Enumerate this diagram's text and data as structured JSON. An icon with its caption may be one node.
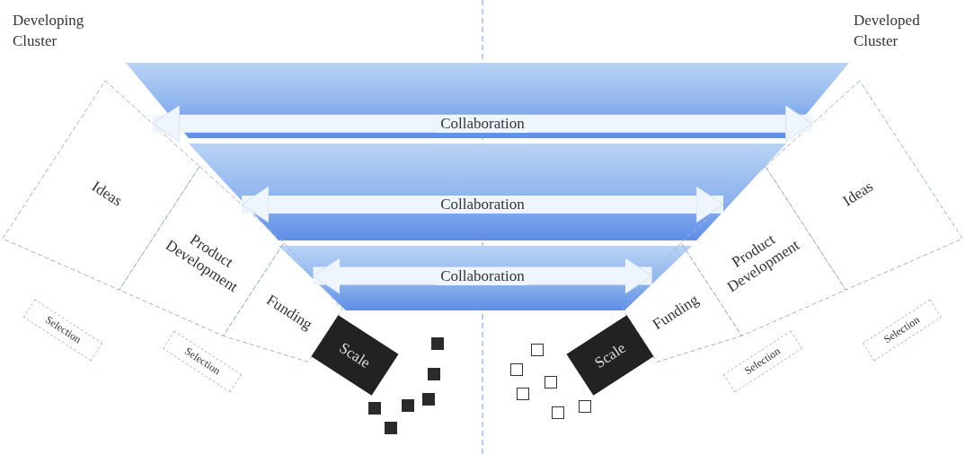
{
  "diagram": {
    "nodes": [
      {
        "text": [
          "Ideas"
        ]
      },
      {
        "text": [
          "Product Development"
        ]
      },
      {
        "text": [
          "Funding"
        ]
      },
      {
        "text": [
          "Scale"
        ]
      },
      {
        "text": [
          "Selection"
        ]
      },
      {
        "text": [
          "Selection"
        ]
      },
      {
        "text": [
          "Ideas"
        ]
      },
      {
        "text": [
          "Product Development"
        ]
      },
      {
        "text": [
          "Funding"
        ]
      },
      {
        "text": [
          "Scale"
        ]
      },
      {
        "text": [
          "Selection"
        ]
      },
      {
        "text": [
          "Selection"
        ]
      }
    ],
    "edges": [
      {
        "from": 0,
        "to": 6,
        "arrow": "both",
        "label": "Collaboration"
      },
      {
        "from": 1,
        "to": 7,
        "arrow": "both",
        "label": "Collaboration"
      },
      {
        "from": 2,
        "to": 8,
        "arrow": "both",
        "label": "Collaboration"
      }
    ],
    "labels": [
      "Developing Cluster",
      "Developed Cluster"
    ]
  }
}
